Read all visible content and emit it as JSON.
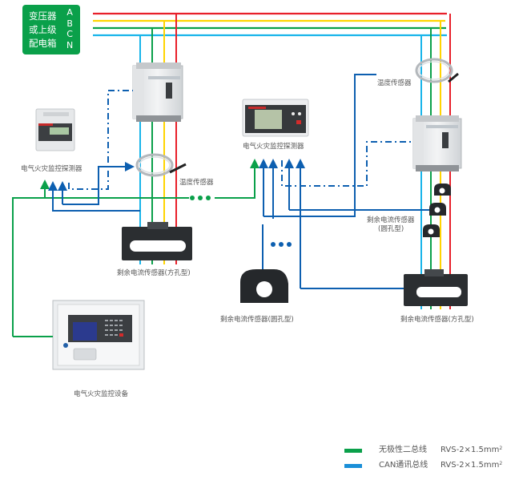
{
  "source_box": {
    "lines": [
      "变压器",
      "或上级",
      "配电箱"
    ],
    "phases": [
      "A",
      "B",
      "C",
      "N"
    ],
    "color": "#0aa04a"
  },
  "bus_colors": {
    "A": "#e8202a",
    "B": "#ffd400",
    "C": "#0aa04a",
    "N": "#17b4ea",
    "signal": "#0d5fb0",
    "bus_2wire": "#0aa04a"
  },
  "labels": {
    "detector_left": "电气火灾监控探测器",
    "detector_center": "电气火灾监控探测器",
    "temp_sensor_left": "温度传感器",
    "temp_sensor_right": "温度传感器",
    "rcs_square_left": "剩余电流传感器(方孔型)",
    "rcs_round_center": "剩余电流传感器(圆孔型)",
    "rcs_round_right_line1": "剩余电流传感器",
    "rcs_round_right_line2": "(圆孔型)",
    "rcs_square_right": "剩余电流传感器(方孔型)",
    "monitor_host": "电气火灾监控设备"
  },
  "legend": [
    {
      "name": "无极性二总线",
      "spec": "RVS-2×1.5mm",
      "sup": "2",
      "color": "#0aa04a"
    },
    {
      "name": "CAN通讯总线",
      "spec": "RVS-2×1.5mm",
      "sup": "2",
      "color": "#1a8fd8"
    }
  ]
}
